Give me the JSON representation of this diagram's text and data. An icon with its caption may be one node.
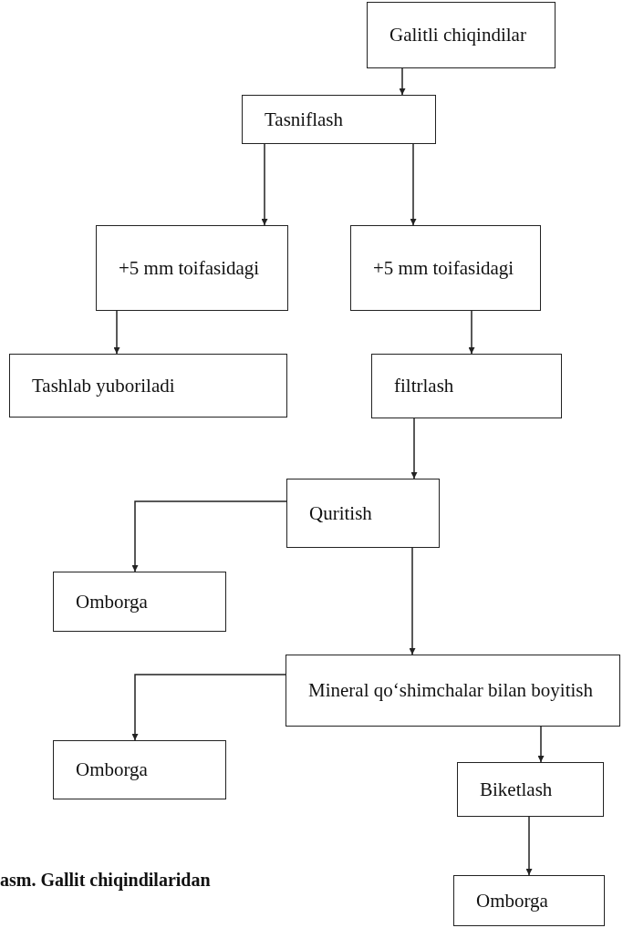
{
  "diagram": {
    "caption": "asm. Gallit chiqindilaridan",
    "nodes": [
      {
        "text": [
          "Galitli chiqindilar"
        ]
      },
      {
        "text": [
          "Tasniflash"
        ]
      },
      {
        "text": [
          "+5 mm toifasidagi"
        ]
      },
      {
        "text": [
          "+5 mm toifasidagi"
        ]
      },
      {
        "text": [
          "Tashlab yuboriladi"
        ]
      },
      {
        "text": [
          "filtrlash"
        ]
      },
      {
        "text": [
          "Quritish"
        ]
      },
      {
        "text": [
          "Omborga"
        ]
      },
      {
        "text": [
          "Mineral qo‘shimchalar bilan boyitish"
        ]
      },
      {
        "text": [
          "Omborga"
        ]
      },
      {
        "text": [
          "Biketlash"
        ]
      },
      {
        "text": [
          "Omborga"
        ]
      }
    ],
    "edges": [
      {
        "from": 0,
        "to": 1,
        "arrow": "to"
      },
      {
        "from": 1,
        "to": 2,
        "arrow": "to"
      },
      {
        "from": 1,
        "to": 3,
        "arrow": "to"
      },
      {
        "from": 2,
        "to": 4,
        "arrow": "to"
      },
      {
        "from": 3,
        "to": 5,
        "arrow": "to"
      },
      {
        "from": 5,
        "to": 6,
        "arrow": "to"
      },
      {
        "from": 6,
        "to": 7,
        "arrow": "to"
      },
      {
        "from": 6,
        "to": 8,
        "arrow": "to"
      },
      {
        "from": 8,
        "to": 9,
        "arrow": "to"
      },
      {
        "from": 8,
        "to": 10,
        "arrow": "to"
      },
      {
        "from": 10,
        "to": 11,
        "arrow": "to"
      }
    ]
  }
}
